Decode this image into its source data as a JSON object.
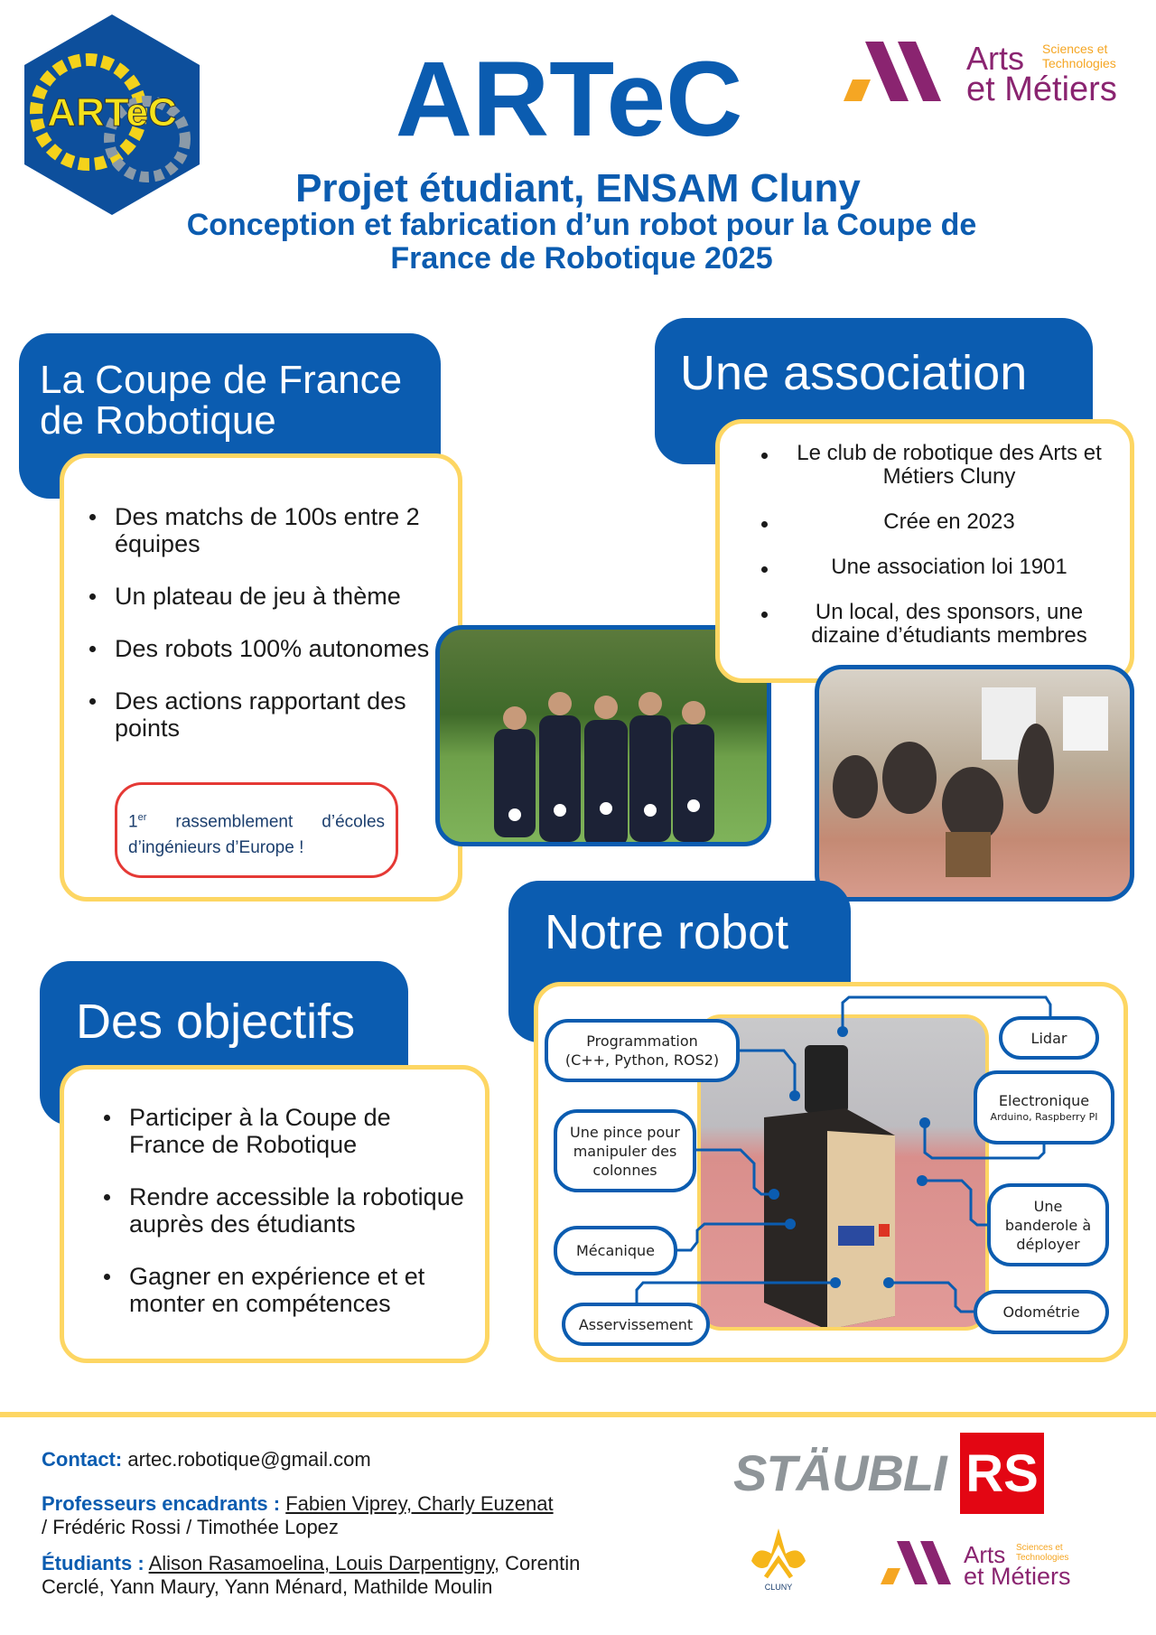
{
  "header": {
    "title": "ARTeC",
    "subtitle": "Projet étudiant, ENSAM Cluny",
    "tagline_1": "Conception et fabrication d’un robot pour la Coupe de",
    "tagline_2": "France de Robotique 2025",
    "logo_text": "ARTeC"
  },
  "am_logo": {
    "arts": "Arts",
    "et_metiers": "et Métiers",
    "small_1": "Sciences et",
    "small_2": "Technologies"
  },
  "coupe": {
    "title_1": "La Coupe de France",
    "title_2": "de Robotique",
    "items": [
      "Des matchs de 100s entre 2 équipes",
      "Un plateau de jeu à thème",
      "Des robots 100% autonomes",
      "Des actions rapportant des points"
    ],
    "highlight_sup": "er",
    "highlight_num": "1",
    "highlight_text": "rassemblement d’écoles d’ingénieurs d’Europe !"
  },
  "association": {
    "title": "Une association",
    "items": [
      "Le club de robotique des Arts et Métiers Cluny",
      "Crée en 2023",
      "Une association loi 1901",
      "Un local, des sponsors, une dizaine d’étudiants membres"
    ]
  },
  "objectifs": {
    "title": "Des objectifs",
    "items": [
      "Participer à la Coupe de France de Robotique",
      "Rendre accessible la robotique auprès des étudiants",
      "Gagner en expérience et et monter en compétences"
    ]
  },
  "robot": {
    "title": "Notre robot",
    "callouts": {
      "programmation": "Programmation (C++, Python, ROS2)",
      "lidar": "Lidar",
      "electronique": "Electronique",
      "electronique_detail": "Arduino, Raspberry PI",
      "pince": "Une pince pour manipuler des colonnes",
      "banderole": "Une banderole à déployer",
      "mecanique": "Mécanique",
      "asservissement": "Asservissement",
      "odometrie": "Odométrie"
    }
  },
  "footer": {
    "contact_label": "Contact:",
    "contact_value": "artec.robotique@gmail.com",
    "profs_label": "Professeurs encadrants :",
    "profs_underlined": "Fabien Viprey, Charly Euzenat",
    "profs_rest": "/ Frédéric Rossi / Timothée Lopez",
    "students_label": "Étudiants :",
    "students_underlined": "Alison Rasamoelina, Louis Darpentigny",
    "students_rest": ", Corentin Cerclé, Yann Maury, Yann Ménard, Mathilde Moulin"
  },
  "sponsors": {
    "staubli": "STÄUBLI",
    "rs": "RS",
    "cluny": "CLUNY"
  },
  "colors": {
    "blue": "#0b5cb0",
    "yellow": "#fdd663",
    "red": "#e53935",
    "purple": "#8a2470",
    "orange": "#f5a623"
  }
}
